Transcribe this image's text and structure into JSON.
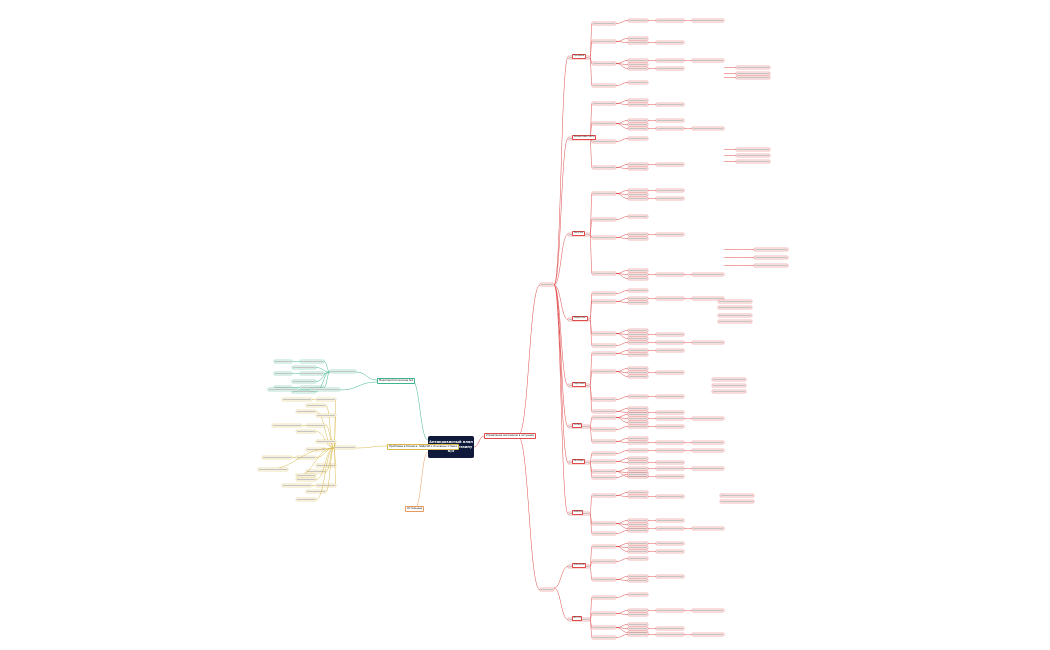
{
  "center": {
    "line1": "Антикризисный план",
    "line2": "по захвату магазину",
    "line3": "N/5"
  },
  "branches": {
    "right_main": "Управление магазином в ситуации",
    "green": "Мероприятия месяца №1",
    "yellow": "Проблемы в бизнесе, ЗАДАЧИ и Основные Ставки",
    "orange": "Остальные"
  },
  "colors": {
    "red": "#e04b4b",
    "green": "#3cb58a",
    "yellow": "#d8b84a",
    "orange": "#e89a5a",
    "center_bg": "#0f1a3b"
  },
  "labels": {
    "r1": "Продажи",
    "r2": "Финансовая часть",
    "r3": "Закупки",
    "r4": "Маркетинг",
    "r5": "Персонал",
    "r6": "Склад",
    "r7": "Расходы",
    "r8": "Анализ",
    "r9": "Контроль",
    "r10": "Итоги"
  }
}
